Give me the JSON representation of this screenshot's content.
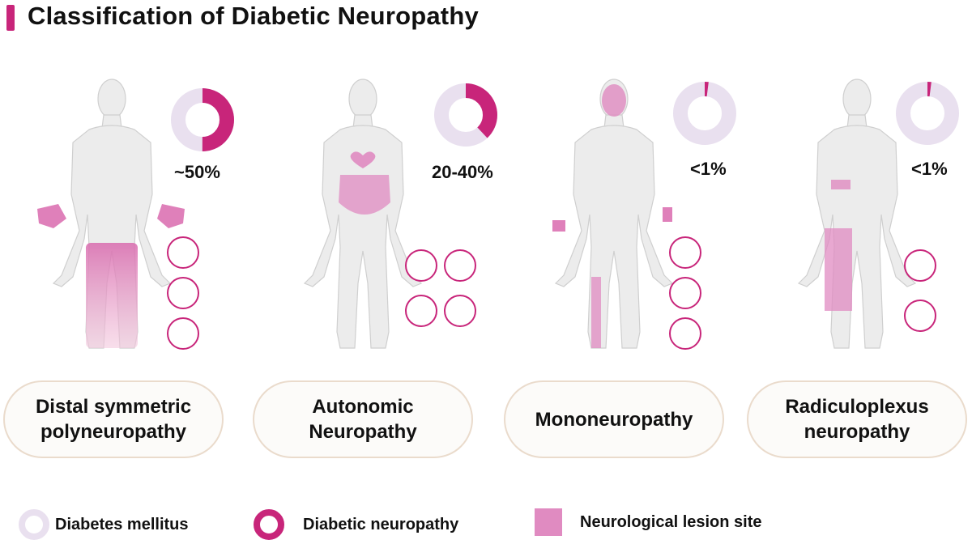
{
  "title": "Classification of Diabetic Neuropathy",
  "colors": {
    "diabetes": "#e9e0ef",
    "neuropathy": "#c8257a",
    "lesion": "#e08bc1",
    "body": "#ececec",
    "body_outline": "#cfcfcf"
  },
  "panels": [
    {
      "label_line1": "Distal symmetric",
      "label_line2": "polyneuropathy",
      "percentage": "~50%",
      "fraction": 0.5,
      "icons": [
        "hand-icon",
        "cold-temperature-icon",
        "unsteady-gait-icon"
      ]
    },
    {
      "label_line1": "Autonomic",
      "label_line2": "Neuropathy",
      "percentage": "20-40%",
      "fraction": 0.38,
      "icons": [
        "heart-icon",
        "bladder-icon",
        "stomach-icon",
        "intestine-icon"
      ]
    },
    {
      "label_line1": "Mononeuropathy",
      "label_line2": "",
      "percentage": "<1%",
      "fraction": 0.02,
      "icons": [
        "knee-pain-icon",
        "hand-pain-icon",
        "foot-pain-icon"
      ]
    },
    {
      "label_line1": "Radiculoplexus",
      "label_line2": "neuropathy",
      "percentage": "<1%",
      "fraction": 0.02,
      "icons": [
        "hip-pain-icon",
        "buttock-pain-icon"
      ]
    }
  ],
  "legend": {
    "diabetes": "Diabetes mellitus",
    "neuropathy": "Diabetic neuropathy",
    "lesion": "Neurological lesion site"
  }
}
